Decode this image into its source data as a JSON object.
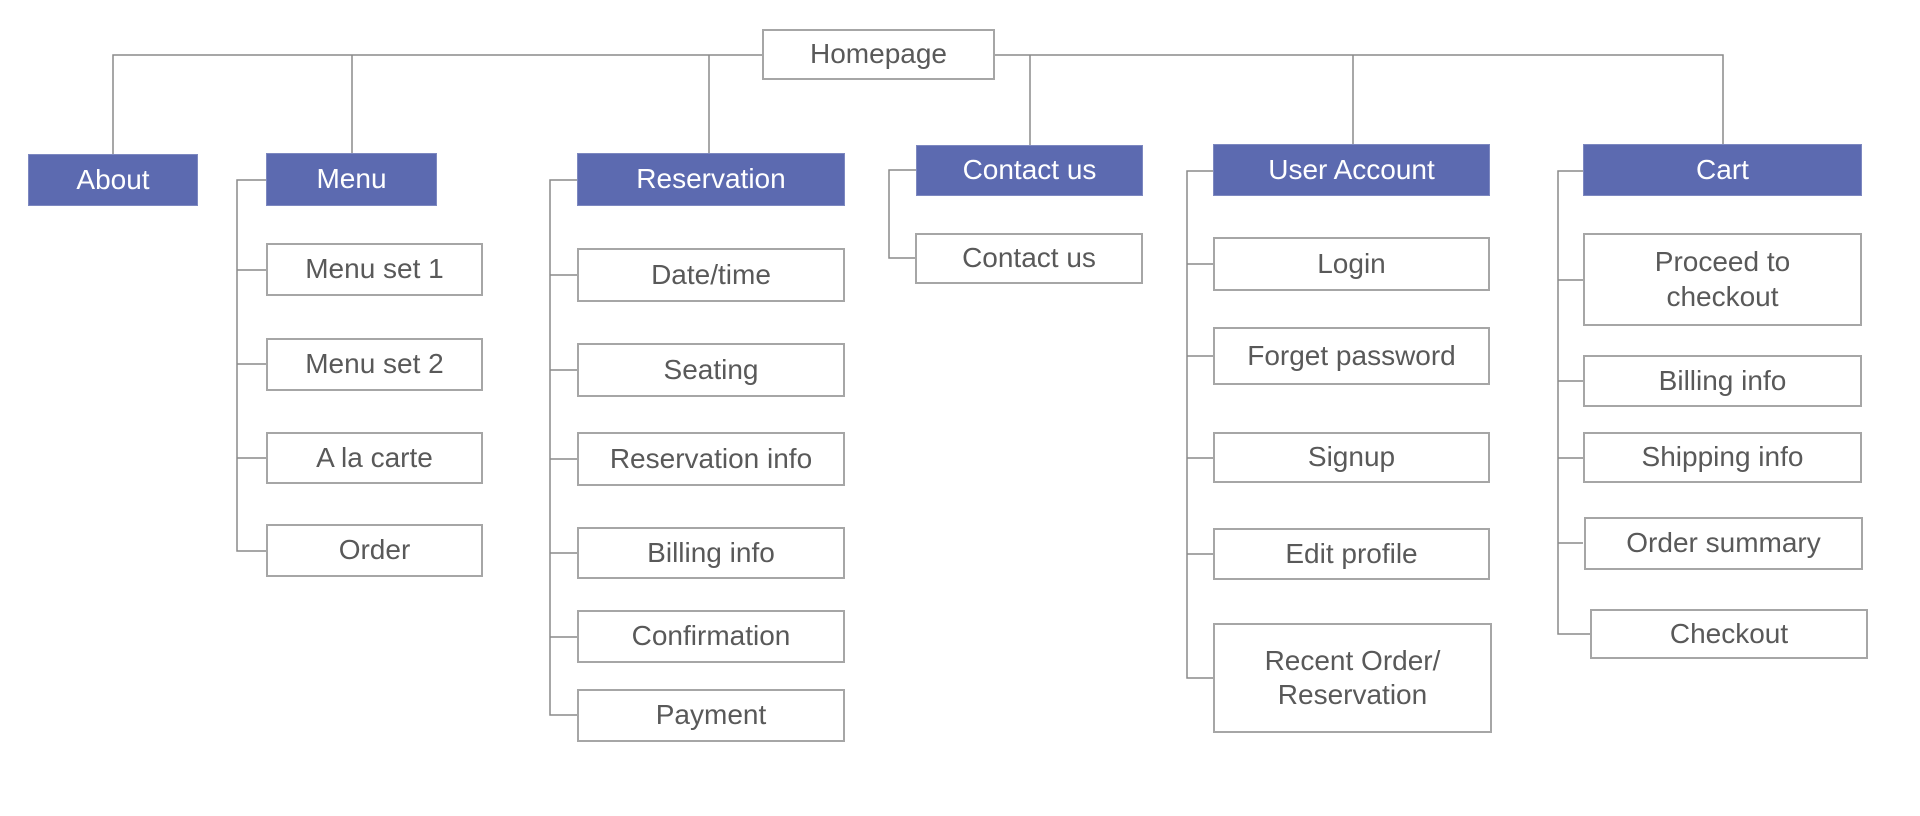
{
  "diagram": {
    "type": "sitemap-tree",
    "root": {
      "label": "Homepage"
    },
    "columns": [
      {
        "header": "About",
        "children": []
      },
      {
        "header": "Menu",
        "children": [
          "Menu set 1",
          "Menu set 2",
          "A la carte",
          "Order"
        ]
      },
      {
        "header": "Reservation",
        "children": [
          "Date/time",
          "Seating",
          "Reservation info",
          "Billing info",
          "Confirmation",
          "Payment"
        ]
      },
      {
        "header": "Contact us",
        "children": [
          "Contact us"
        ]
      },
      {
        "header": "User Account",
        "children": [
          "Login",
          "Forget password",
          "Signup",
          "Edit profile",
          "Recent Order/\nReservation"
        ]
      },
      {
        "header": "Cart",
        "children": [
          "Proceed to\ncheckout",
          "Billing info",
          "Shipping info",
          "Order summary",
          "Checkout"
        ]
      }
    ],
    "colors": {
      "header_fill": "#5c6ab0",
      "header_text": "#ffffff",
      "leaf_fill": "#ffffff",
      "leaf_border": "#a6a6a6",
      "leaf_text": "#595959",
      "connector": "#8a8a8a",
      "background": "#ffffff"
    }
  }
}
